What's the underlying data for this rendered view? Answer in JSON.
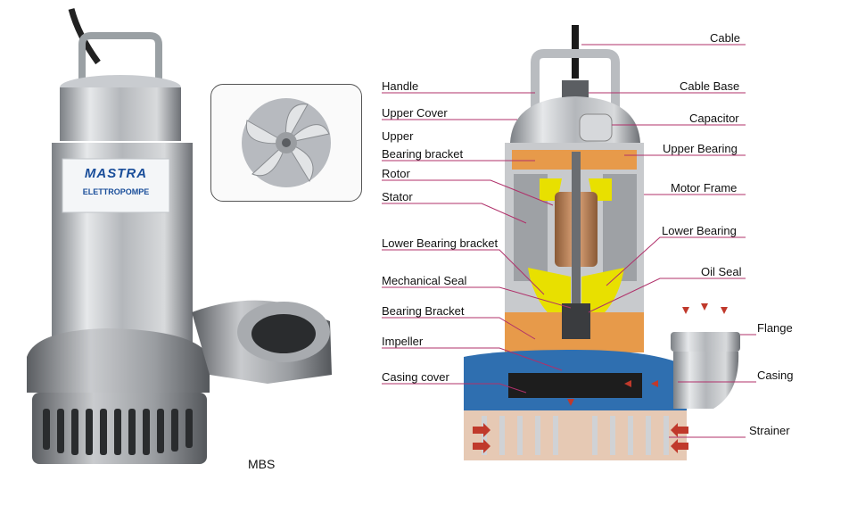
{
  "product": {
    "brand_logo_text": "MASTRA",
    "brand_subtext": "ELETTROPOMPE",
    "model": "MBS"
  },
  "labels_left": [
    {
      "id": "handle",
      "text": "Handle"
    },
    {
      "id": "upper-cover",
      "text": "Upper Cover"
    },
    {
      "id": "upper-bearing-bracket-1",
      "text": "Upper"
    },
    {
      "id": "upper-bearing-bracket-2",
      "text": "Bearing bracket"
    },
    {
      "id": "rotor",
      "text": "Rotor"
    },
    {
      "id": "stator",
      "text": "Stator"
    },
    {
      "id": "lower-bearing-bracket",
      "text": "Lower Bearing bracket"
    },
    {
      "id": "mechanical-seal",
      "text": "Mechanical Seal"
    },
    {
      "id": "bearing-bracket",
      "text": "Bearing Bracket"
    },
    {
      "id": "impeller",
      "text": "Impeller"
    },
    {
      "id": "casing-cover",
      "text": "Casing cover"
    }
  ],
  "labels_right": [
    {
      "id": "cable",
      "text": "Cable"
    },
    {
      "id": "cable-base",
      "text": "Cable Base"
    },
    {
      "id": "capacitor",
      "text": "Capacitor"
    },
    {
      "id": "upper-bearing",
      "text": "Upper Bearing"
    },
    {
      "id": "motor-frame",
      "text": "Motor Frame"
    },
    {
      "id": "lower-bearing",
      "text": "Lower Bearing"
    },
    {
      "id": "oil-seal",
      "text": "Oil Seal"
    },
    {
      "id": "flange",
      "text": "Flange"
    },
    {
      "id": "casing",
      "text": "Casing"
    },
    {
      "id": "strainer",
      "text": "Strainer"
    }
  ],
  "colors": {
    "leader_line": "#b0306a",
    "flow_arrow": "#c0392b",
    "water": "#2f6fb0",
    "bearing_yellow": "#e8e000",
    "housing_orange": "#e79a4a",
    "rotor_copper": "#c68a5a",
    "steel": "#b9bcc0"
  }
}
